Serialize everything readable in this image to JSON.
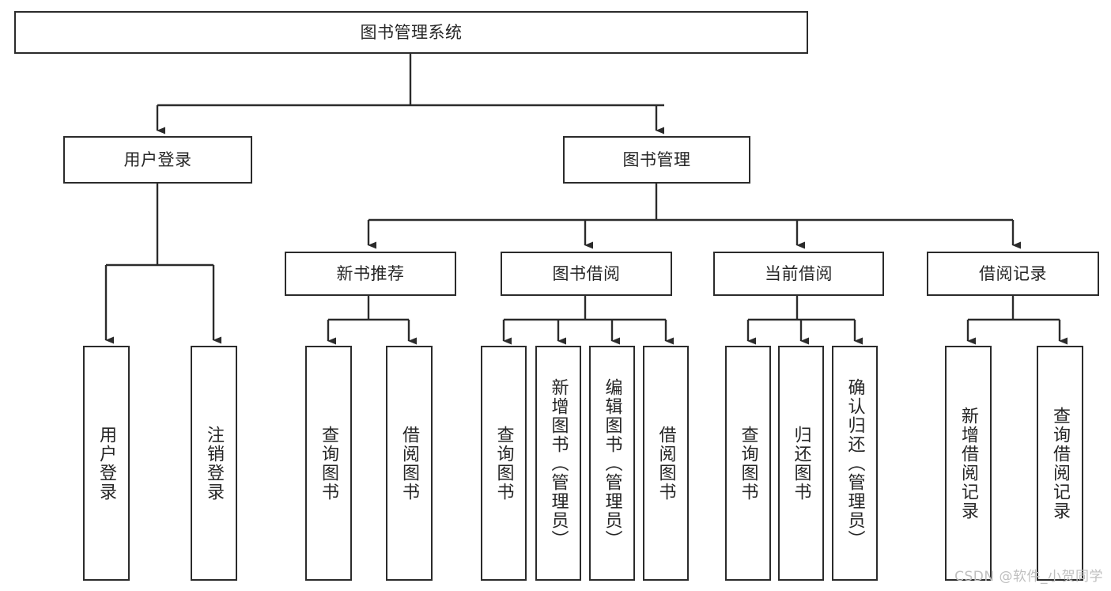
{
  "diagram": {
    "title": "图书管理系统",
    "watermark": "CSDN @软件_小贺同学",
    "colors": {
      "box_border": "#2b2b2b",
      "box_fill": "#ffffff",
      "connector": "#2b2b2b",
      "text": "#262626",
      "watermark": "#bfbfbf"
    },
    "levels": {
      "root": {
        "label": "图书管理系统"
      },
      "level2": [
        {
          "label": "用户登录"
        },
        {
          "label": "图书管理"
        }
      ],
      "level3": [
        {
          "label": "新书推荐"
        },
        {
          "label": "图书借阅"
        },
        {
          "label": "当前借阅"
        },
        {
          "label": "借阅记录"
        }
      ],
      "leaves": {
        "user_login": [
          {
            "label": "用户登录"
          },
          {
            "label": "注销登录"
          }
        ],
        "new_book_recommend": [
          {
            "label": "查询图书"
          },
          {
            "label": "借阅图书"
          }
        ],
        "book_borrow": [
          {
            "label": "查询图书"
          },
          {
            "label": "新增图书（管理员）"
          },
          {
            "label": "编辑图书（管理员）"
          },
          {
            "label": "借阅图书"
          }
        ],
        "current_borrow": [
          {
            "label": "查询图书"
          },
          {
            "label": "归还图书"
          },
          {
            "label": "确认归还（管理员）"
          }
        ],
        "borrow_record": [
          {
            "label": "新增借阅记录"
          },
          {
            "label": "查询借阅记录"
          }
        ]
      }
    }
  }
}
